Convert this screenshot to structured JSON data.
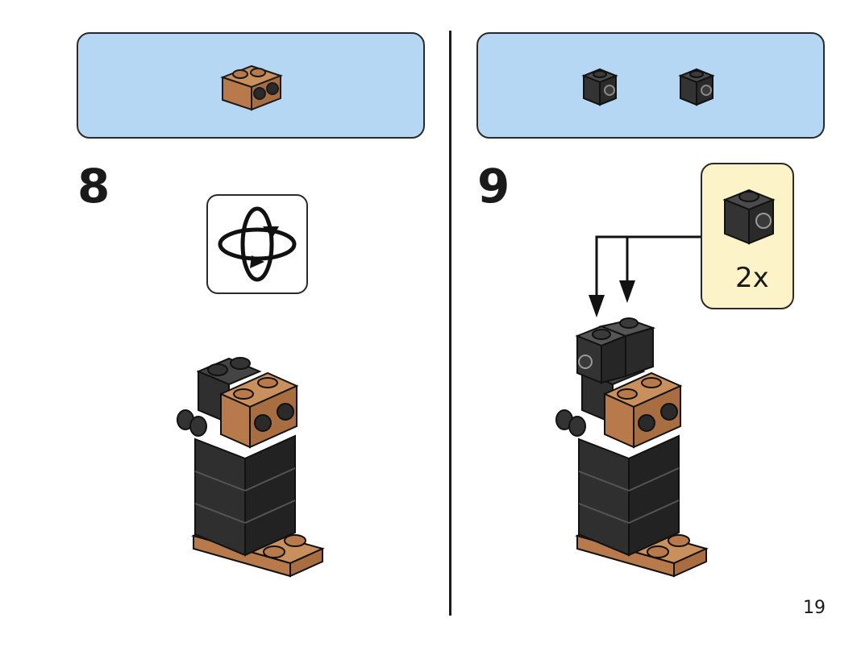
{
  "page": {
    "number": "19"
  },
  "colors": {
    "parts_bg": "#b5d7f3",
    "callout_bg": "#fdf3c8",
    "brown": "#b87a4b",
    "black_brick": "#2f2f2f"
  },
  "steps": [
    {
      "number": "8",
      "parts": [
        "brown-1x2-brick"
      ],
      "icon": "rotate-model-icon"
    },
    {
      "number": "9",
      "parts": [
        "black-1x1-brick",
        "black-1x1-brick"
      ],
      "callout": {
        "quantity": "2x",
        "part": "black-1x1-brick-with-stud-on-side"
      }
    }
  ]
}
